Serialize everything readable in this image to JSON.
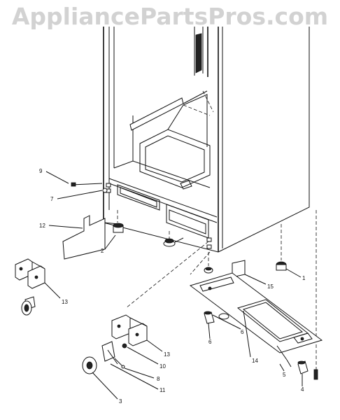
{
  "watermark": "AppliancePartsPros.com",
  "callouts": {
    "c1": "1",
    "c2": "2",
    "c3": "3",
    "c4": "4",
    "c5": "5",
    "c6a": "6",
    "c6b": "6",
    "c7": "7",
    "c8": "8",
    "c9": "9",
    "c10": "10",
    "c11": "11",
    "c12": "12",
    "c13a": "13",
    "c13b": "13",
    "c14": "14",
    "c15": "15"
  },
  "colors": {
    "ink": "#111111",
    "watermark": "#d2d2d2",
    "background": "#ffffff"
  }
}
